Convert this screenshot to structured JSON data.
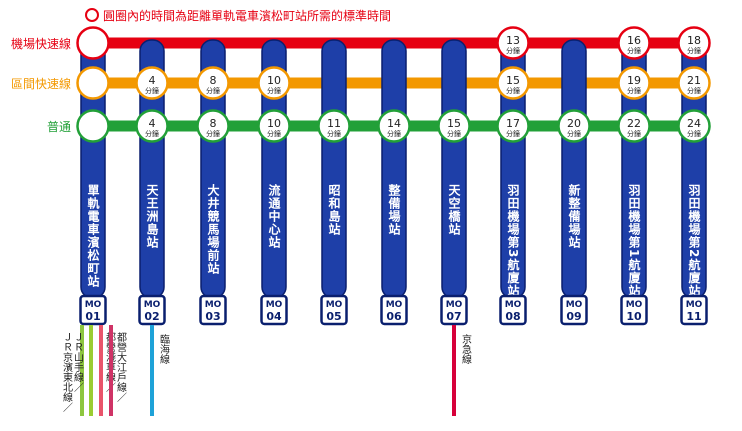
{
  "legend": {
    "text": "圓圈內的時間為距離單軌電車濱松町站所需的標準時間"
  },
  "services": [
    {
      "name": "機場快速線",
      "color": "#e60012",
      "stops": [
        true,
        false,
        false,
        false,
        false,
        false,
        false,
        true,
        false,
        true,
        true
      ]
    },
    {
      "name": "區間快速線",
      "color": "#f39800",
      "stops": [
        true,
        true,
        true,
        true,
        false,
        false,
        false,
        true,
        false,
        true,
        true
      ]
    },
    {
      "name": "普通",
      "color": "#22a038",
      "stops": [
        true,
        true,
        true,
        true,
        true,
        true,
        true,
        true,
        true,
        true,
        true
      ]
    }
  ],
  "stations": [
    {
      "code_prefix": "MO",
      "code_number": "01",
      "name": "單軌電車濱松町站",
      "times": [
        "",
        "",
        ""
      ]
    },
    {
      "code_prefix": "MO",
      "code_number": "02",
      "name": "天王洲島站",
      "times": [
        "",
        "4",
        "4"
      ]
    },
    {
      "code_prefix": "MO",
      "code_number": "03",
      "name": "大井競馬場前站",
      "times": [
        "",
        "8",
        "8"
      ]
    },
    {
      "code_prefix": "MO",
      "code_number": "04",
      "name": "流通中心站",
      "times": [
        "",
        "10",
        "10"
      ]
    },
    {
      "code_prefix": "MO",
      "code_number": "05",
      "name": "昭和島站",
      "times": [
        "",
        "",
        "11"
      ]
    },
    {
      "code_prefix": "MO",
      "code_number": "06",
      "name": "整備場站",
      "times": [
        "",
        "",
        "14"
      ]
    },
    {
      "code_prefix": "MO",
      "code_number": "07",
      "name": "天空橋站",
      "times": [
        "",
        "",
        "15"
      ]
    },
    {
      "code_prefix": "MO",
      "code_number": "08",
      "name": "羽田機場第3航廈站",
      "times": [
        "13",
        "15",
        "17"
      ]
    },
    {
      "code_prefix": "MO",
      "code_number": "09",
      "name": "新整備場站",
      "times": [
        "",
        "",
        "20"
      ]
    },
    {
      "code_prefix": "MO",
      "code_number": "10",
      "name": "羽田機場第1航廈站",
      "times": [
        "16",
        "19",
        "22"
      ]
    },
    {
      "code_prefix": "MO",
      "code_number": "11",
      "name": "羽田機場第2航廈站",
      "times": [
        "18",
        "21",
        "24"
      ]
    }
  ],
  "minutes_unit": "分鐘",
  "transfers": [
    {
      "station": 0,
      "label": "ＪＲ京濱東北線／",
      "color": "#8dc63f"
    },
    {
      "station": 0,
      "label": "ＪＲ山手線／",
      "color": "#9acd32"
    },
    {
      "station": 0,
      "label": "都營淺草線／",
      "color": "#e9546b"
    },
    {
      "station": 0,
      "label": "都營大江戶線／",
      "color": "#cf3366"
    },
    {
      "station": 1,
      "label": "臨海線",
      "color": "#1ea2d8"
    },
    {
      "station": 6,
      "label": "京急線",
      "color": "#d7003a"
    }
  ],
  "colors": {
    "monorail_blue": "#1e3fa8",
    "monorail_border": "#0a1f6e",
    "legend_red": "#e60012"
  }
}
